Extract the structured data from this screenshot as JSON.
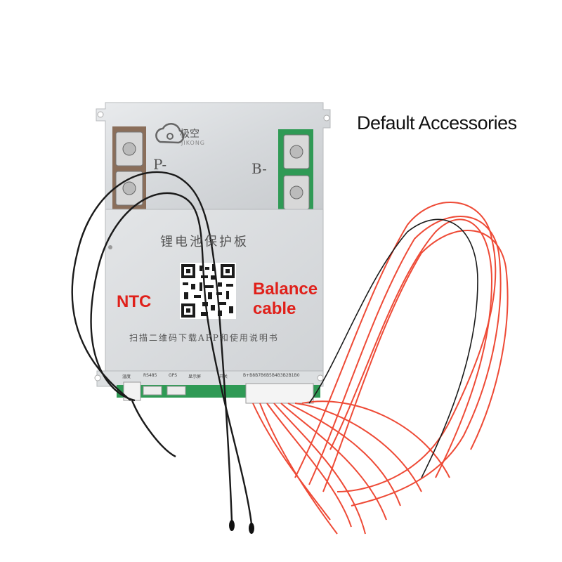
{
  "heading": "Default Accessories",
  "callouts": {
    "ntc": "NTC",
    "balance_line1": "Balance",
    "balance_line2": "cable"
  },
  "board": {
    "logo_cn": "极空",
    "logo_en": "JIKONG",
    "title_cn": "锂电池保护板",
    "instruction_cn": "扫描二维码下载APP和使用说明书",
    "terminal_p": "P-",
    "terminal_b": "B-",
    "ports": [
      "温度",
      "RS485",
      "GPS",
      "显示屏",
      "开关",
      "B+B8B7B6B5B4B3B2B1B0"
    ]
  },
  "colors": {
    "callout_red": "#e0201a",
    "wire_red": "#ee4a36",
    "wire_black": "#1a1a1a",
    "board_silver": "#d9dcdf",
    "pcb_green": "#2f9a55"
  }
}
